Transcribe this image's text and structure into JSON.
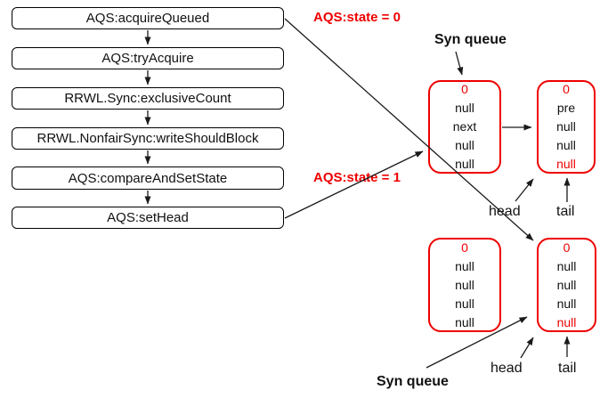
{
  "colors": {
    "red": "#ee0000",
    "ink": "#111111"
  },
  "flowchart": {
    "steps": [
      {
        "label": "AQS:acquireQueued"
      },
      {
        "label": "AQS:tryAcquire"
      },
      {
        "label": "RRWL.Sync:exclusiveCount"
      },
      {
        "label": "RRWL.NonfairSync:writeShouldBlock"
      },
      {
        "label": "AQS:compareAndSetState"
      },
      {
        "label": "AQS:setHead"
      }
    ]
  },
  "annotations": {
    "state_zero": "AQS:state = 0",
    "state_one": "AQS:state = 1",
    "syn_queue_top": "Syn queue",
    "syn_queue_bottom": "Syn queue",
    "head_top": "head",
    "tail_top": "tail",
    "head_bottom": "head",
    "tail_bottom": "tail"
  },
  "nodes": [
    {
      "name": "syn-queue-node-top-left",
      "rows": [
        {
          "text": "0",
          "color": "#ee0000"
        },
        {
          "text": "null",
          "color": "#111111"
        },
        {
          "text": "next",
          "color": "#111111"
        },
        {
          "text": "null",
          "color": "#111111"
        },
        {
          "text": "null",
          "color": "#111111"
        }
      ]
    },
    {
      "name": "syn-queue-node-top-right",
      "rows": [
        {
          "text": "0",
          "color": "#ee0000"
        },
        {
          "text": "pre",
          "color": "#111111"
        },
        {
          "text": "null",
          "color": "#111111"
        },
        {
          "text": "null",
          "color": "#111111"
        },
        {
          "text": "null",
          "color": "#ee0000"
        }
      ]
    },
    {
      "name": "syn-queue-node-bottom-left",
      "rows": [
        {
          "text": "0",
          "color": "#ee0000"
        },
        {
          "text": "null",
          "color": "#111111"
        },
        {
          "text": "null",
          "color": "#111111"
        },
        {
          "text": "null",
          "color": "#111111"
        },
        {
          "text": "null",
          "color": "#111111"
        }
      ]
    },
    {
      "name": "syn-queue-node-bottom-right",
      "rows": [
        {
          "text": "0",
          "color": "#ee0000"
        },
        {
          "text": "null",
          "color": "#111111"
        },
        {
          "text": "null",
          "color": "#111111"
        },
        {
          "text": "null",
          "color": "#111111"
        },
        {
          "text": "null",
          "color": "#ee0000"
        }
      ]
    }
  ]
}
